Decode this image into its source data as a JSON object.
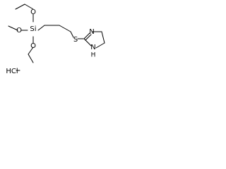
{
  "molecule": {
    "atoms": {
      "o_top": "O",
      "o_left": "O",
      "o_bottom": "O",
      "si": "Si",
      "s": "S",
      "n_ring": "N",
      "nh": "N",
      "h": "H",
      "hcl": "HCl"
    }
  }
}
